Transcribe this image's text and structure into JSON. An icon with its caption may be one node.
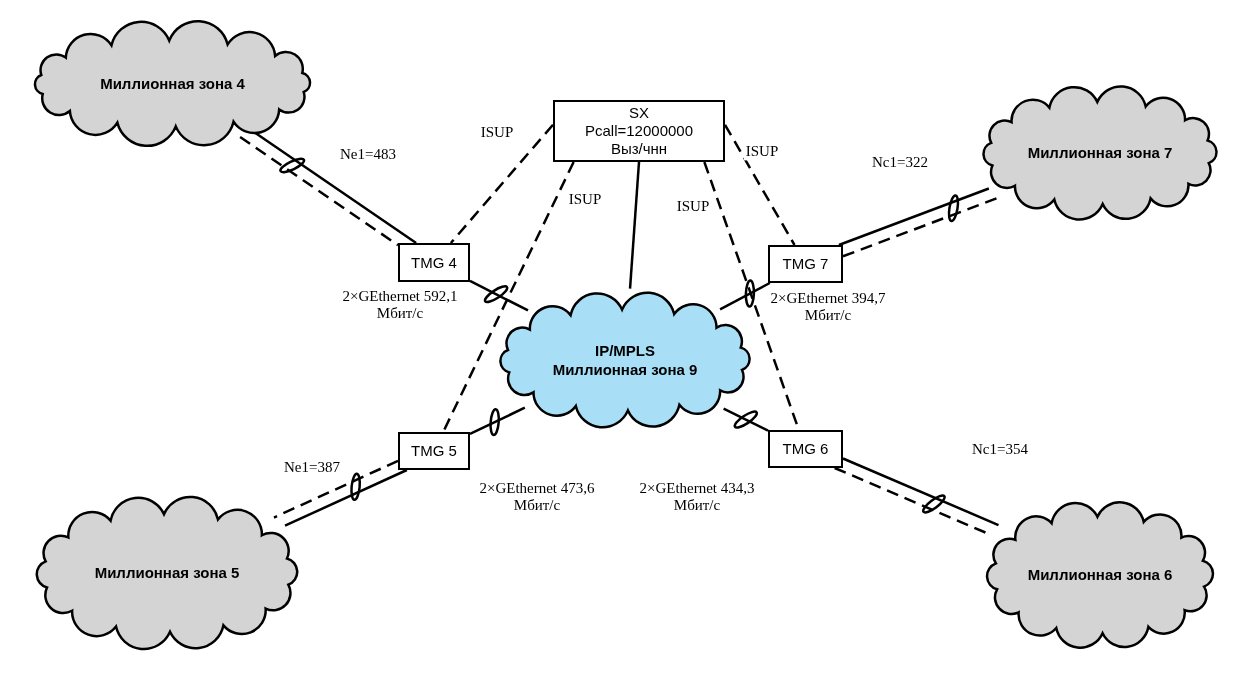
{
  "diagram": {
    "nodes": [
      {
        "text": [
          "Миллионная зона 4"
        ]
      },
      {
        "text": [
          "SX",
          "Pcall=12000000",
          "Выз/чнн"
        ]
      },
      {
        "text": [
          "Миллионная зона 7"
        ]
      },
      {
        "text": [
          "TMG 4"
        ]
      },
      {
        "text": [
          "TMG 7"
        ]
      },
      {
        "text": [
          "IP/MPLS",
          "Миллионная зона 9"
        ]
      },
      {
        "text": [
          "TMG 5"
        ]
      },
      {
        "text": [
          "TMG 6"
        ]
      },
      {
        "text": [
          "Миллионная зона 5"
        ]
      },
      {
        "text": [
          "Миллионная зона 6"
        ]
      }
    ],
    "edges": [
      {
        "from": 0,
        "to": 3,
        "arrow": "none",
        "label": "Ne1=483"
      },
      {
        "from": 0,
        "to": 3,
        "arrow": "none",
        "style": "dashed"
      },
      {
        "from": 3,
        "to": 5,
        "arrow": "none",
        "label": "2×GEthernet 592,1 Мбит/с"
      },
      {
        "from": 1,
        "to": 3,
        "arrow": "none",
        "style": "dashed",
        "label": "ISUP"
      },
      {
        "from": 1,
        "to": 6,
        "arrow": "none",
        "style": "dashed",
        "label": "ISUP"
      },
      {
        "from": 1,
        "to": 5,
        "arrow": "none"
      },
      {
        "from": 1,
        "to": 4,
        "arrow": "none",
        "style": "dashed",
        "label": "ISUP"
      },
      {
        "from": 1,
        "to": 7,
        "arrow": "none",
        "style": "dashed",
        "label": "ISUP"
      },
      {
        "from": 4,
        "to": 2,
        "arrow": "none",
        "label": "Nc1=322"
      },
      {
        "from": 4,
        "to": 2,
        "arrow": "none",
        "style": "dashed"
      },
      {
        "from": 4,
        "to": 5,
        "arrow": "none",
        "label": "2×GEthernet 394,7 Мбит/с"
      },
      {
        "from": 6,
        "to": 8,
        "arrow": "none",
        "label": "Ne1=387"
      },
      {
        "from": 6,
        "to": 8,
        "arrow": "none",
        "style": "dashed"
      },
      {
        "from": 6,
        "to": 5,
        "arrow": "none",
        "label": "2×GEthernet 473,6 Мбит/с"
      },
      {
        "from": 7,
        "to": 5,
        "arrow": "none",
        "label": "2×GEthernet 434,3 Мбит/с"
      },
      {
        "from": 7,
        "to": 9,
        "arrow": "none",
        "label": "Nc1=354"
      },
      {
        "from": 7,
        "to": 9,
        "arrow": "none",
        "style": "dashed"
      }
    ]
  }
}
